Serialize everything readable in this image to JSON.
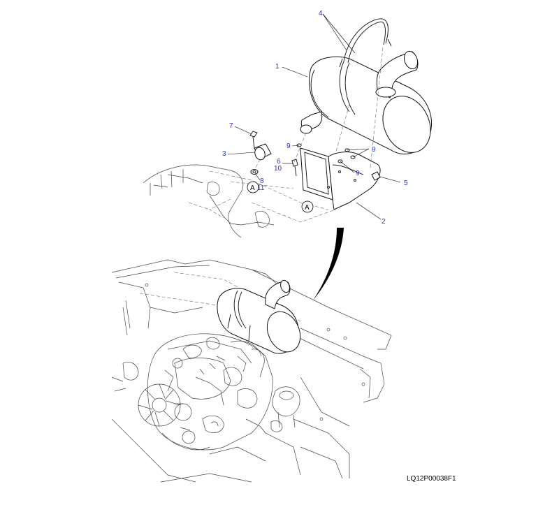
{
  "callouts": {
    "c1": "1",
    "c2": "2",
    "c3": "3",
    "c4": "4",
    "c5": "5",
    "c6": "6",
    "c7": "7",
    "c8": "8",
    "c9a": "9",
    "c9b": "9",
    "c9c": "9",
    "c10": "10",
    "c11": "11"
  },
  "view_markers": {
    "upper": "A",
    "lower": "A"
  },
  "figure_code": "LQ12P00038F1",
  "colors": {
    "callout": "#2b34c8",
    "linework": "#222222"
  }
}
